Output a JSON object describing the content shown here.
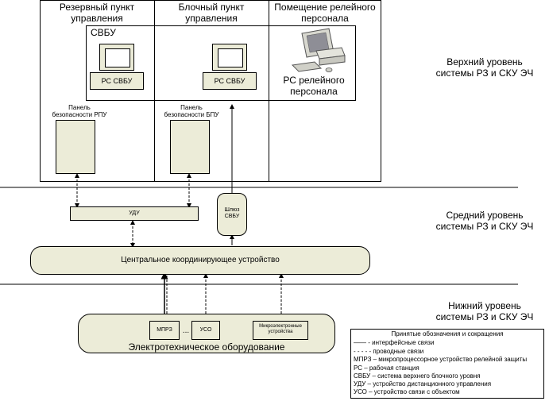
{
  "top_rooms": {
    "reserve_title": "Резервный пункт\nуправления",
    "block_title": "Блочный пункт\nуправления",
    "relay_title": "Помещение релейного\nперсонала",
    "svbu_label": "СВБУ",
    "ws_reserve_label": "РС СВБУ",
    "ws_block_label": "РС СВБУ",
    "ws_relay_label": "РС релейного\nперсонала",
    "panel_rpu_label": "Панель\nбезопасности РПУ",
    "panel_bpu_label": "Панель\nбезопасности БПУ"
  },
  "levels": {
    "top": "Верхний уровень\nсистемы РЗ и СКУ ЭЧ",
    "middle": "Средний уровень\nсистемы РЗ и СКУ ЭЧ",
    "bottom": "Нижний уровень\nсистемы РЗ и СКУ ЭЧ"
  },
  "middle": {
    "udu_label": "УДУ",
    "gateway_label": "Шлюз\nСВБУ",
    "central_label": "Центральное координирующее устройство"
  },
  "bottom": {
    "mprz_label": "МПРЗ",
    "dots_label": "...",
    "uso_label": "УСО",
    "micro_label": "Микроэлектронные\nустройства",
    "equipment_label": "Электротехническое оборудование"
  },
  "legend": {
    "title": "Принятые обозначения и сокращения",
    "items": [
      "—— - интерфейсные связи",
      "- - - - - проводные связи",
      "МПРЗ – микропроцессорное устройство релейной защиты",
      "РС – рабочая станция",
      "СВБУ – система верхнего блочного уровня",
      "УДУ – устройство дистанционного управления",
      "УСО – устройство связи с объектом"
    ]
  },
  "colors": {
    "fill": "#ececd8",
    "stroke": "#000000",
    "monitor": "#d8d8d0"
  }
}
